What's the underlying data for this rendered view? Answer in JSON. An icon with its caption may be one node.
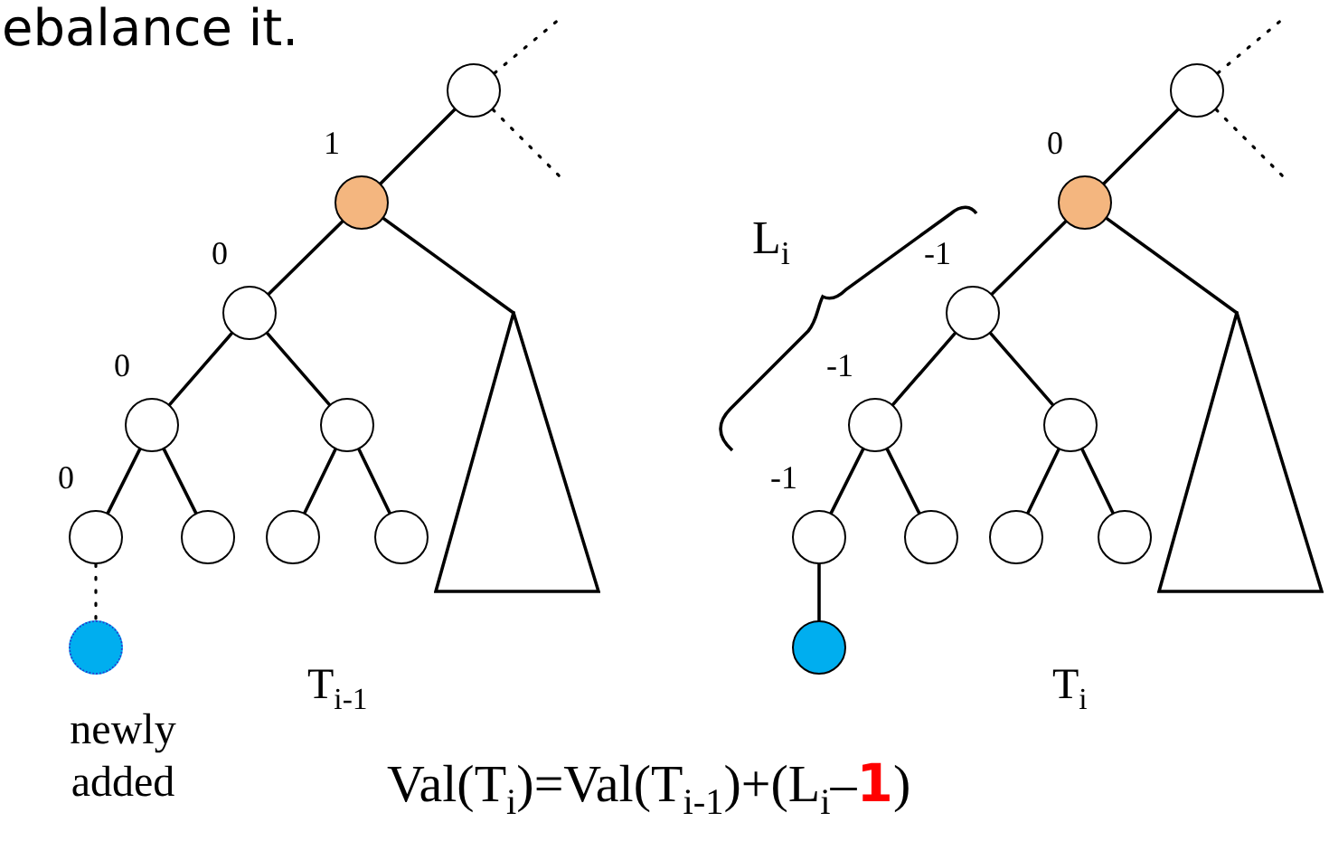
{
  "diagram": {
    "nodes": [
      {
        "text": [],
        "shape": "circle"
      },
      {
        "text": [],
        "shape": "circle",
        "beside": [
          "1"
        ]
      },
      {
        "text": [],
        "shape": "circle",
        "beside": [
          "0"
        ]
      },
      {
        "text": [],
        "shape": "circle",
        "beside": [
          "0"
        ]
      },
      {
        "text": [],
        "shape": "circle"
      },
      {
        "text": [],
        "shape": "circle",
        "beside": [
          "0"
        ]
      },
      {
        "text": [],
        "shape": "circle"
      },
      {
        "text": [],
        "shape": "circle"
      },
      {
        "text": [],
        "shape": "circle"
      },
      {
        "text": [],
        "shape": "triangle"
      },
      {
        "text": [],
        "shape": "circle",
        "beside": [
          "newly added"
        ]
      },
      {
        "text": [],
        "shape": "circle"
      },
      {
        "text": [],
        "shape": "circle",
        "beside": [
          "0"
        ]
      },
      {
        "text": [],
        "shape": "circle",
        "beside": [
          "-1"
        ]
      },
      {
        "text": [],
        "shape": "circle",
        "beside": [
          "-1"
        ]
      },
      {
        "text": [],
        "shape": "circle"
      },
      {
        "text": [],
        "shape": "circle",
        "beside": [
          "-1"
        ]
      },
      {
        "text": [],
        "shape": "circle"
      },
      {
        "text": [],
        "shape": "circle"
      },
      {
        "text": [],
        "shape": "circle"
      },
      {
        "text": [],
        "shape": "triangle"
      },
      {
        "text": [],
        "shape": "circle"
      }
    ],
    "edges": [
      {
        "from": 0,
        "to": null,
        "arrow": "none",
        "style": "dashed"
      },
      {
        "from": 0,
        "to": null,
        "arrow": "none",
        "style": "dashed"
      },
      {
        "from": 0,
        "to": 1,
        "arrow": "none"
      },
      {
        "from": 1,
        "to": 2,
        "arrow": "none"
      },
      {
        "from": 1,
        "to": 9,
        "arrow": "none"
      },
      {
        "from": 2,
        "to": 3,
        "arrow": "none"
      },
      {
        "from": 2,
        "to": 4,
        "arrow": "none"
      },
      {
        "from": 3,
        "to": 5,
        "arrow": "none"
      },
      {
        "from": 3,
        "to": 6,
        "arrow": "none"
      },
      {
        "from": 4,
        "to": 7,
        "arrow": "none"
      },
      {
        "from": 4,
        "to": 8,
        "arrow": "none"
      },
      {
        "from": 5,
        "to": 10,
        "arrow": "none",
        "style": "dashed"
      },
      {
        "from": 11,
        "to": null,
        "arrow": "none",
        "style": "dashed"
      },
      {
        "from": 11,
        "to": null,
        "arrow": "none",
        "style": "dashed"
      },
      {
        "from": 11,
        "to": 12,
        "arrow": "none"
      },
      {
        "from": 12,
        "to": 13,
        "arrow": "none"
      },
      {
        "from": 12,
        "to": 20,
        "arrow": "none"
      },
      {
        "from": 13,
        "to": 14,
        "arrow": "none"
      },
      {
        "from": 13,
        "to": 15,
        "arrow": "none"
      },
      {
        "from": 14,
        "to": 16,
        "arrow": "none"
      },
      {
        "from": 14,
        "to": 17,
        "arrow": "none"
      },
      {
        "from": 15,
        "to": 18,
        "arrow": "none"
      },
      {
        "from": 15,
        "to": 19,
        "arrow": "none"
      },
      {
        "from": 16,
        "to": 21,
        "arrow": "none"
      }
    ],
    "labels": [
      "ebalance it.",
      "L$_{i}$",
      "T$_{i-1}$",
      "T$_{i}$",
      "Val(T$_{i}$)=Val(T$_{i-1}$)+(L$_{i}$–**1**)"
    ]
  }
}
